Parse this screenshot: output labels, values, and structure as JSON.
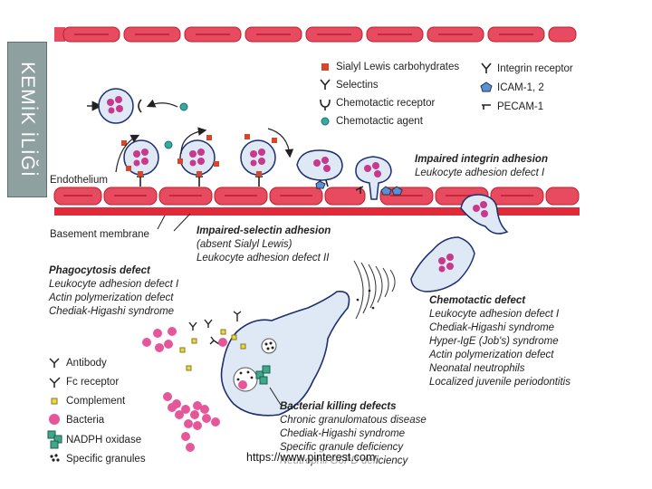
{
  "side_tab": {
    "text": "KEMİK İLİĞİ"
  },
  "legend_top": {
    "sialyl_lewis": "Sialyl Lewis carbohydrates",
    "selectins": "Selectins",
    "chemotactic_receptor": "Chemotactic receptor",
    "chemotactic_agent": "Chemotactic agent",
    "integrin_receptor": "Integrin receptor",
    "icam": "ICAM-1, 2",
    "pecam": "PECAM-1"
  },
  "labels": {
    "endothelium": "Endothelium",
    "basement_membrane": "Basement membrane"
  },
  "impaired_integrin": {
    "title": "Impaired integrin adhesion",
    "items": [
      "Leukocyte adhesion defect I"
    ]
  },
  "impaired_selectin": {
    "title": "Impaired-selectin adhesion",
    "items": [
      "(absent Sialyl Lewis)",
      "Leukocyte adhesion defect II"
    ]
  },
  "phagocytosis_defect": {
    "title": "Phagocytosis defect",
    "items": [
      "Leukocyte adhesion defect I",
      "Actin polymerization defect",
      "Chediak-Higashi syndrome"
    ]
  },
  "chemotactic_defect": {
    "title": "Chemotactic defect",
    "items": [
      "Leukocyte adhesion defect I",
      "Chediak-Higashi syndrome",
      "Hyper-IgE (Job's) syndrome",
      "Actin polymerization defect",
      "Neonatal neutrophils",
      "Localized juvenile periodontitis"
    ]
  },
  "bacterial_killing": {
    "title": "Bacterial killing defects",
    "items": [
      "Chronic granulomatous disease",
      "Chediak-Higashi syndrome",
      "Specific granule deficiency",
      "Neutrophil G6PD deficiency"
    ]
  },
  "legend_bottom": {
    "antibody": "Antibody",
    "fc_receptor": "Fc receptor",
    "complement": "Complement",
    "bacteria": "Bacteria",
    "nadph": "NADPH oxidase",
    "granules": "Specific granules"
  },
  "watermark_url": "https://www.pinterest.com",
  "colors": {
    "rbc_fill": "#e84a5f",
    "rbc_edge": "#b8202e",
    "membrane": "#e02a3a",
    "cell_fill": "#dfe9f6",
    "cell_edge": "#1e2f6e",
    "nucleus": "#c8388c",
    "bacteria": "#e6569a",
    "complement": "#e8d84a",
    "nadph": "#3da88a",
    "sialyl": "#d9452a",
    "icam": "#5b8fd6",
    "agent": "#36a9a3"
  }
}
